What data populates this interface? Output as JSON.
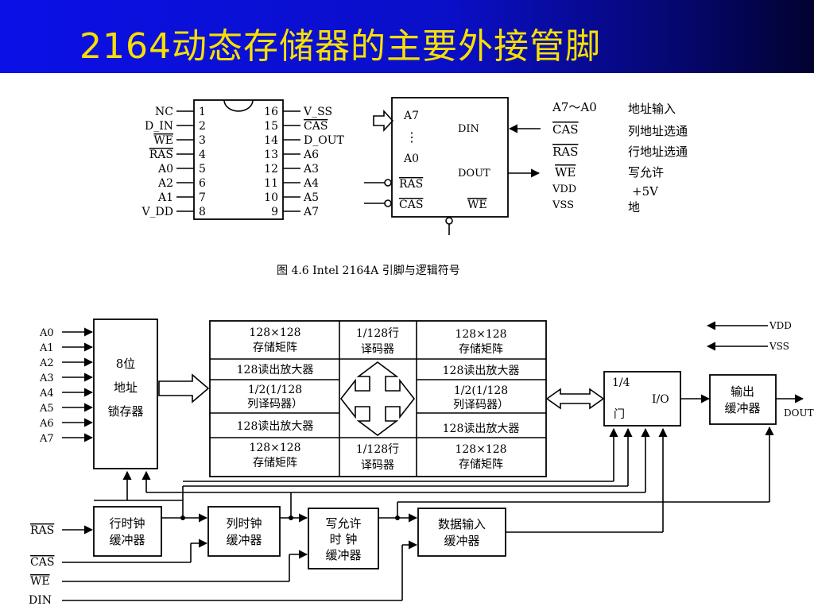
{
  "slide": {
    "title": "2164动态存储器的主要外接管脚"
  },
  "pinout": {
    "left_pins": [
      {
        "name": "NC",
        "num": "1"
      },
      {
        "name": "D_IN",
        "num": "2"
      },
      {
        "name": "WE",
        "num": "3",
        "overline": true
      },
      {
        "name": "RAS",
        "num": "4",
        "overline": true
      },
      {
        "name": "A0",
        "num": "5"
      },
      {
        "name": "A2",
        "num": "6"
      },
      {
        "name": "A1",
        "num": "7"
      },
      {
        "name": "V_DD",
        "num": "8"
      }
    ],
    "right_pins": [
      {
        "name": "V_SS",
        "num": "16"
      },
      {
        "name": "CAS",
        "num": "15",
        "overline": true
      },
      {
        "name": "D_OUT",
        "num": "14"
      },
      {
        "name": "A6",
        "num": "13"
      },
      {
        "name": "A3",
        "num": "12"
      },
      {
        "name": "A4",
        "num": "11"
      },
      {
        "name": "A5",
        "num": "10"
      },
      {
        "name": "A7",
        "num": "9"
      }
    ]
  },
  "logic_symbol": {
    "inputs_top": "A7",
    "dots": "⋮",
    "inputs_bottom": "A0",
    "ras": "RAS",
    "cas": "CAS",
    "din": "DIN",
    "dout": "DOUT",
    "we": "WE"
  },
  "legend": [
    {
      "signal": "A7～A0",
      "desc": "地址输入"
    },
    {
      "signal": "CAS",
      "desc": "列地址选通"
    },
    {
      "signal": "RAS",
      "desc": "行地址选通"
    },
    {
      "signal": "WE",
      "desc": "写允许"
    },
    {
      "signal": "VDD",
      "desc": "+5V"
    },
    {
      "signal": "VSS",
      "desc": "地"
    }
  ],
  "caption": "图 4.6   Intel 2164A 引脚与逻辑符号",
  "block_diagram": {
    "address_inputs": [
      "A0",
      "A1",
      "A2",
      "A3",
      "A4",
      "A5",
      "A6",
      "A7"
    ],
    "latch": [
      "8位",
      "地址",
      "锁存器"
    ],
    "array_top_left": [
      "128×128",
      "存储矩阵"
    ],
    "array_top_right": [
      "128×128",
      "存储矩阵"
    ],
    "array_bottom_left": [
      "128×128",
      "存储矩阵"
    ],
    "array_bottom_right": [
      "128×128",
      "存储矩阵"
    ],
    "row_decoder_top": [
      "1/128行",
      "译码器"
    ],
    "row_decoder_bottom": [
      "1/128行",
      "译码器"
    ],
    "sense_amp": "128读出放大器",
    "col_decoder": [
      "1/2(1/128",
      "列译码器）"
    ],
    "io_gate": [
      "1/4",
      "门",
      "I/O"
    ],
    "output_buffer": [
      "输出",
      "缓冲器"
    ],
    "dout": "DOUT",
    "vdd": "VDD",
    "vss": "VSS",
    "ras_buf": [
      "行时钟",
      "缓冲器"
    ],
    "cas_buf": [
      "列时钟",
      "缓冲器"
    ],
    "we_buf": [
      "写允许",
      "时    钟",
      "缓冲器"
    ],
    "din_buf": [
      "数据输入",
      "缓冲器"
    ],
    "ctrl_inputs": [
      "RAS",
      "CAS",
      "WE",
      "DIN"
    ]
  }
}
